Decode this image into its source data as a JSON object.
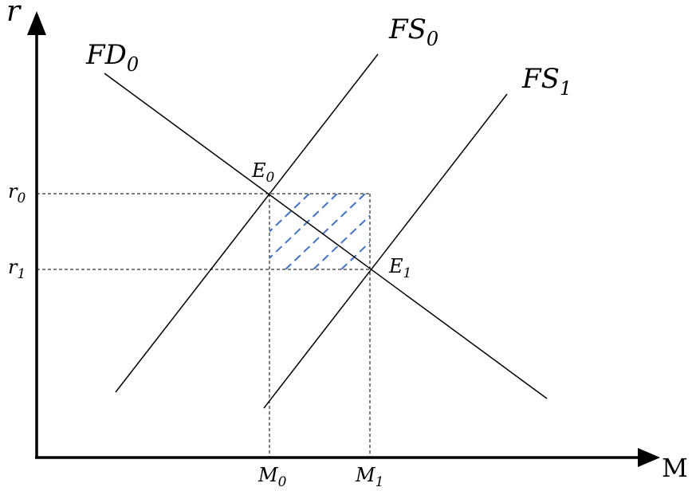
{
  "axes": {
    "y_label": "r",
    "x_label": "M"
  },
  "curves": {
    "demand": {
      "base": "FD",
      "sub": "0"
    },
    "supply0": {
      "base": "FS",
      "sub": "0"
    },
    "supply1": {
      "base": "FS",
      "sub": "1"
    }
  },
  "points": {
    "e0": {
      "base": "E",
      "sub": "0"
    },
    "e1": {
      "base": "E",
      "sub": "1"
    }
  },
  "ticks": {
    "r0": {
      "base": "r",
      "sub": "0"
    },
    "r1": {
      "base": "r",
      "sub": "1"
    },
    "m0": {
      "base": "M",
      "sub": "0"
    },
    "m1": {
      "base": "M",
      "sub": "1"
    }
  },
  "colors": {
    "line": "#000000",
    "guide": "#000000",
    "hatch": "#4472c4"
  }
}
